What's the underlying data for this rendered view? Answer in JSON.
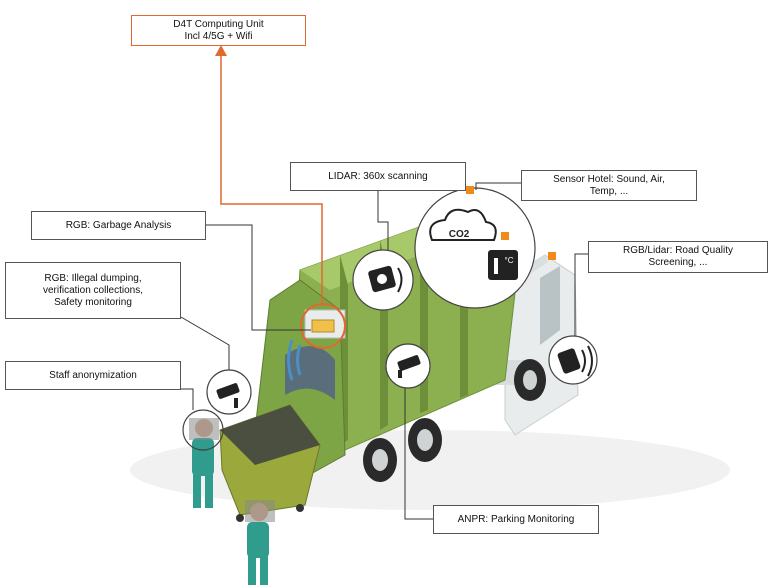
{
  "labels": {
    "compute": "D4T Computing Unit\nIncl 4/5G + Wifi",
    "lidar": "LIDAR: 360x scanning",
    "sensor_hotel": "Sensor Hotel: Sound, Air,\nTemp, ...",
    "rgb_garbage": "RGB: Garbage Analysis",
    "rgb_illegal": "RGB: Illegal dumping,\nverification collections,\nSafety monitoring",
    "road_quality": "RGB/Lidar: Road Quality\nScreening, ...",
    "staff": "Staff anonymization",
    "anpr": "ANPR: Parking Monitoring"
  },
  "icons": {
    "co2": "CO2",
    "temp": "°C"
  },
  "colors": {
    "accent": "#e0692f",
    "truck_green": "#8cb050",
    "truck_green_dark": "#6d8f3a",
    "cab_white": "#e9ecec",
    "worker_teal": "#2f9c8e"
  }
}
